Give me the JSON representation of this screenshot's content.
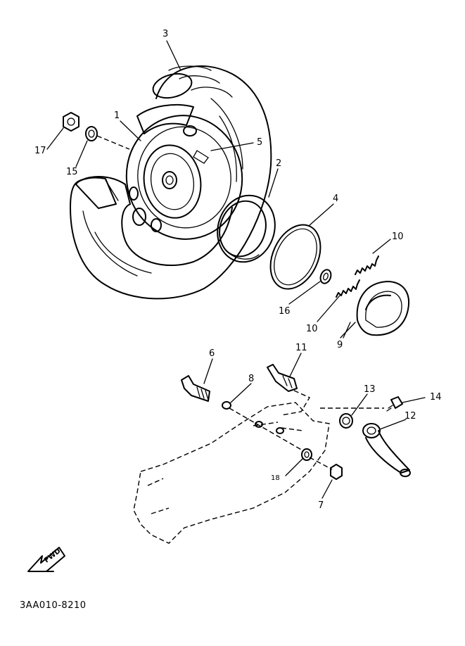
{
  "callouts": [
    {
      "id": "c1",
      "text": "1"
    },
    {
      "id": "c2",
      "text": "2"
    },
    {
      "id": "c3",
      "text": "3"
    },
    {
      "id": "c4",
      "text": "4"
    },
    {
      "id": "c5",
      "text": "5"
    },
    {
      "id": "c6",
      "text": "6"
    },
    {
      "id": "c7",
      "text": "7"
    },
    {
      "id": "c8",
      "text": "8"
    },
    {
      "id": "c9",
      "text": "9"
    },
    {
      "id": "c10a",
      "text": "10"
    },
    {
      "id": "c10b",
      "text": "10"
    },
    {
      "id": "c11",
      "text": "11"
    },
    {
      "id": "c12",
      "text": "12"
    },
    {
      "id": "c13",
      "text": "13"
    },
    {
      "id": "c14",
      "text": "14"
    },
    {
      "id": "c15",
      "text": "15"
    },
    {
      "id": "c16",
      "text": "16"
    },
    {
      "id": "c17",
      "text": "17"
    },
    {
      "id": "c18",
      "text": "18"
    }
  ],
  "fwd_badge": "FWD",
  "figure_code": "3AA010-8210"
}
